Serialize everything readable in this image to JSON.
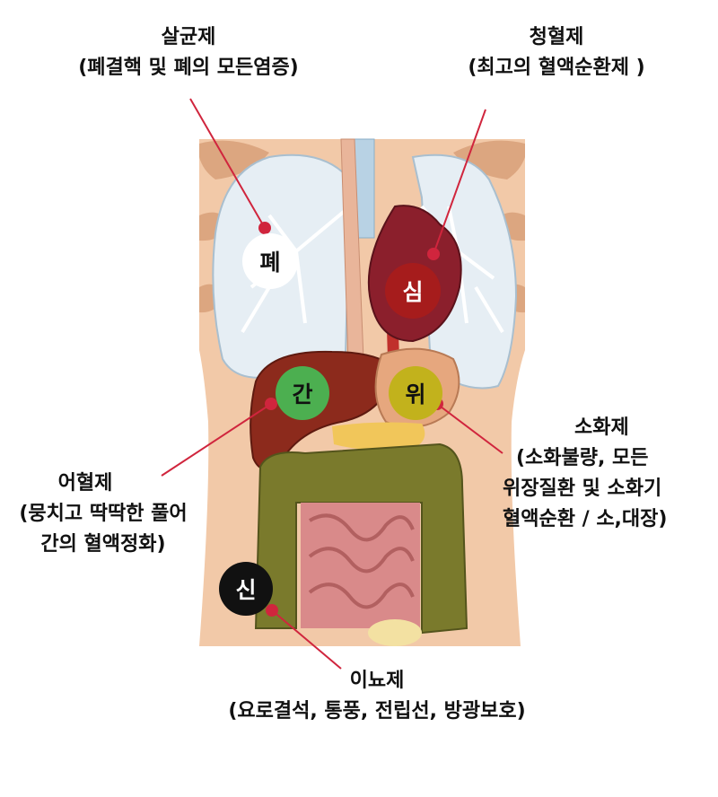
{
  "labels": {
    "antibacterial": {
      "title": "살균제",
      "desc": "(폐결핵 및 폐의 모든염증)"
    },
    "circulation": {
      "title": "청혈제",
      "desc": "(최고의 혈액순환제 )"
    },
    "digestive": {
      "title": "소화제",
      "desc1": "(소화불량, 모든",
      "desc2": "위장질환 및 소화기",
      "desc3": "혈액순환 / 소,대장)"
    },
    "blood_stasis": {
      "title": "어혈제",
      "desc1": "(뭉치고 딱딱한 풀어",
      "desc2": "간의 혈액정화)"
    },
    "diuretic": {
      "title": "이뇨제",
      "desc": "(요로결석, 통풍, 전립선, 방광보호)"
    }
  },
  "organs": {
    "lung": {
      "label": "폐",
      "color": "#ffffff",
      "text_color": "#111111"
    },
    "heart": {
      "label": "심",
      "color": "#a61c1c",
      "text_color": "#ffffff"
    },
    "liver": {
      "label": "간",
      "color": "#4caf50",
      "text_color": "#111111"
    },
    "stomach": {
      "label": "위",
      "color": "#c2b21c",
      "text_color": "#111111"
    },
    "kidney": {
      "label": "신",
      "color": "#111111",
      "text_color": "#ffffff"
    }
  },
  "colors": {
    "pointer": "#d0253d",
    "skin": "#f2c9a8",
    "bone": "#d9a07a"
  }
}
